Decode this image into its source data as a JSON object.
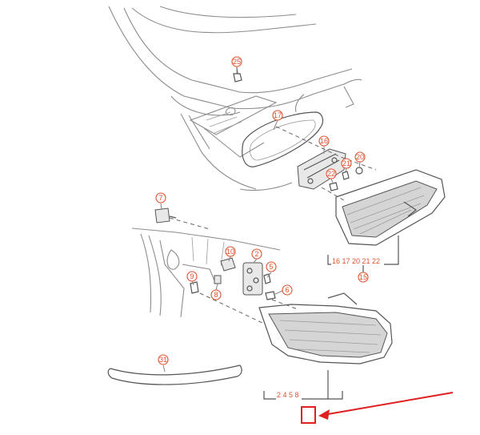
{
  "diagram": {
    "callouts": [
      "25",
      "17",
      "16",
      "20",
      "21",
      "22",
      "7",
      "10",
      "2",
      "5",
      "6",
      "9",
      "8",
      "31"
    ],
    "groups": {
      "inner_lamp": {
        "label": "16 17 20 21 22",
        "parent": "15"
      },
      "outer_lamp": {
        "label": "2 4 5 8"
      }
    },
    "colors": {
      "callout": "#e2512d",
      "highlight": "#e02020",
      "linework": "#8c8c8c"
    }
  }
}
